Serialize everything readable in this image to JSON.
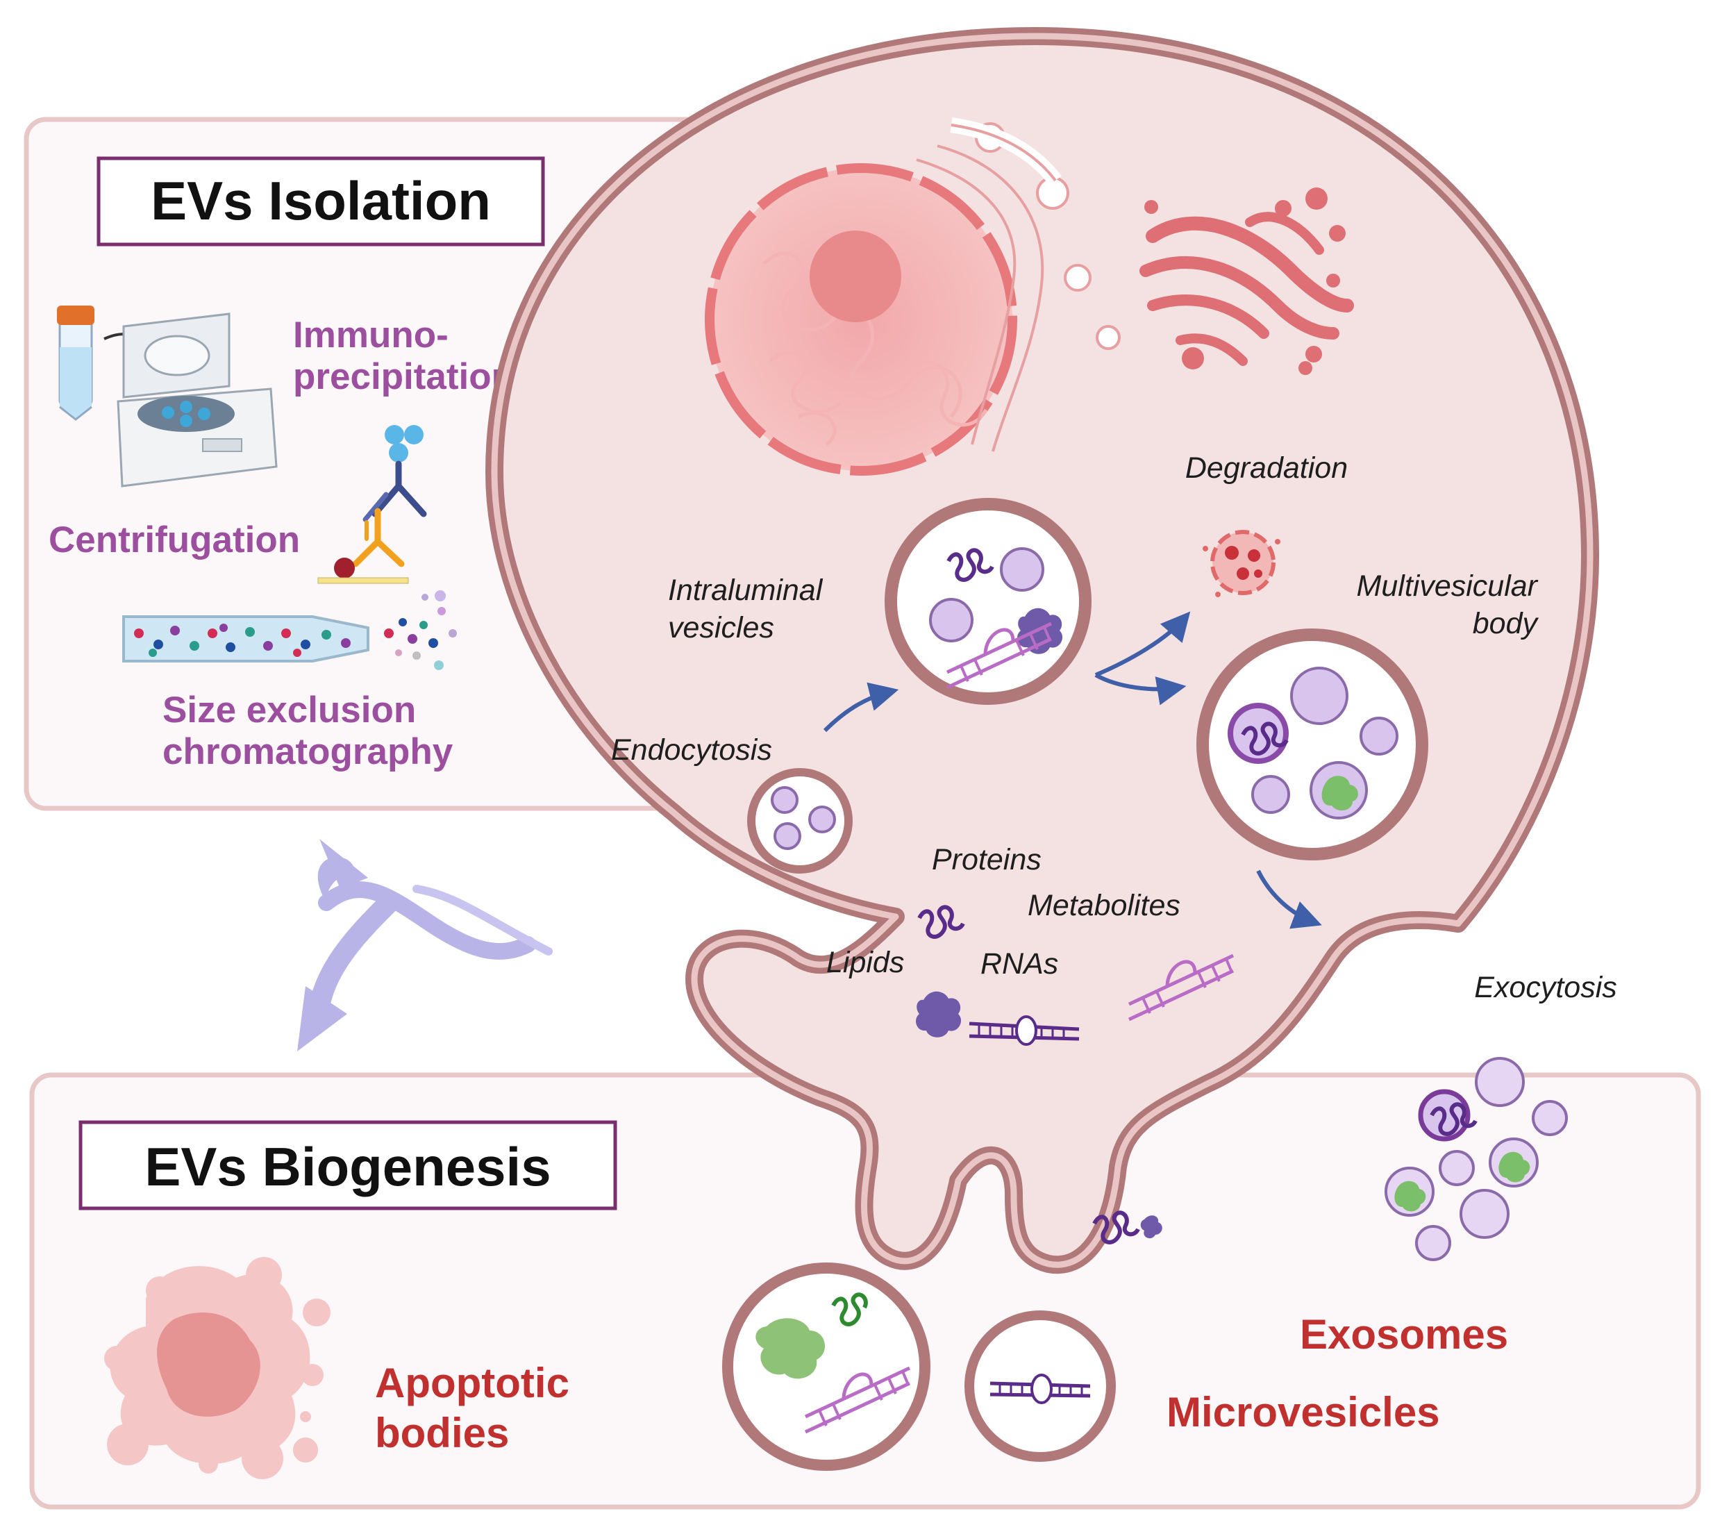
{
  "panels": {
    "isolation": {
      "title": "EVs Isolation",
      "methods": {
        "immunoprecipitation_line1": "Immuno-",
        "immunoprecipitation_line2": "precipitation",
        "centrifugation": "Centrifugation",
        "sec_line1": "Size exclusion",
        "sec_line2": "chromatography"
      }
    },
    "biogenesis": {
      "title": "EVs Biogenesis",
      "vesicle_types": {
        "apoptotic_line1": "Apoptotic",
        "apoptotic_line2": "bodies",
        "exosomes": "Exosomes",
        "microvesicles": "Microvesicles"
      }
    }
  },
  "cell": {
    "labels": {
      "degradation": "Degradation",
      "intraluminal_line1": "Intraluminal",
      "intraluminal_line2": "vesicles",
      "mvb_line1": "Multivesicular",
      "mvb_line2": "body",
      "endocytosis": "Endocytosis",
      "proteins": "Proteins",
      "metabolites": "Metabolites",
      "lipids": "Lipids",
      "rnas": "RNAs",
      "exocytosis": "Exocytosis"
    }
  },
  "colors": {
    "panel_border": "#e8c7c7",
    "panel_fill": "#fcf7f9",
    "title_box_border": "#7b2e6e",
    "cell_membrane": "#b07878",
    "cell_fill": "#f4e2e2",
    "method_text": "#9b4f9e",
    "vesicle_text": "#c0302e",
    "arrow": "#3f5fa8",
    "double_arrow": "#b8b4e8",
    "nucleus": "#e7787c",
    "golgi": "#de6f74",
    "vesicle_inner": "#d9c4ee"
  }
}
